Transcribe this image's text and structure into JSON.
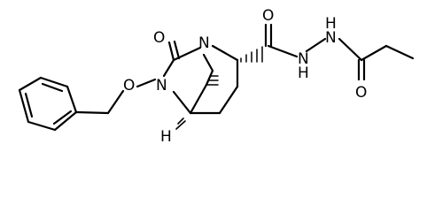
{
  "atoms": {
    "o_ketone": "O",
    "n_bridgehead": "N",
    "n_ring": "N",
    "o_ether": "O",
    "h_stereo": "H",
    "o_amide": "O",
    "nh_1": "N",
    "h_1": "H",
    "nh_2": "N",
    "h_2": "H",
    "o_acyl": "O"
  }
}
